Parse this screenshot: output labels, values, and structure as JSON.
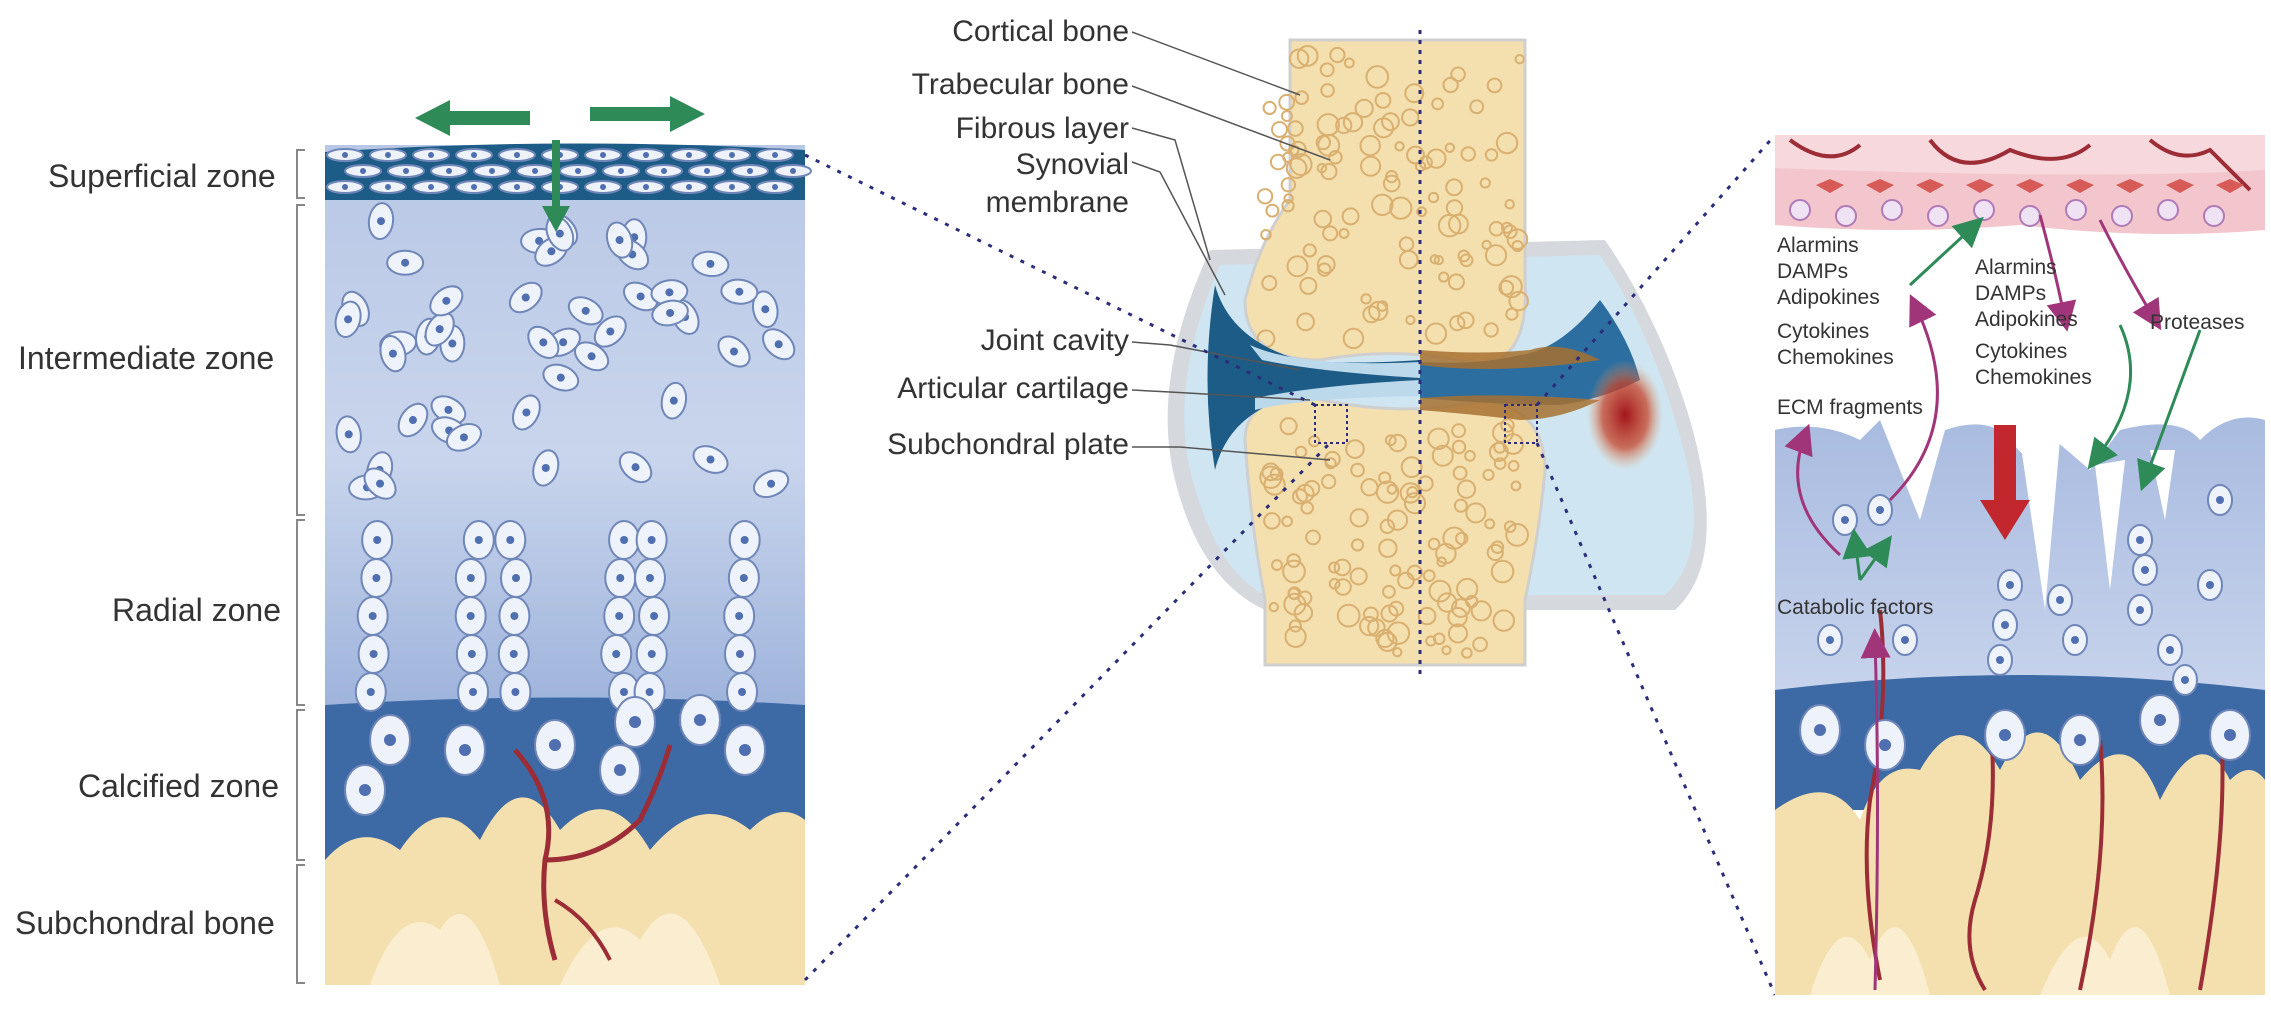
{
  "colors": {
    "cartilage_light": "#c9d5ec",
    "cartilage_mid": "#8da4d0",
    "cartilage_dark": "#3d6aa5",
    "superficial": "#1d5c86",
    "bone": "#f4dfae",
    "bone_pore": "#d9b070",
    "vessel": "#9c2c35",
    "synovium": "#f2c6cc",
    "green_arrow": "#2e8b57",
    "purple_arrow": "#a0357a",
    "dotted": "#2b2d7a"
  },
  "left_panel": {
    "zones": [
      {
        "label": "Superficial zone"
      },
      {
        "label": "Intermediate zone"
      },
      {
        "label": "Radial zone"
      },
      {
        "label": "Calcified zone"
      },
      {
        "label": "Subchondral bone"
      }
    ]
  },
  "joint": {
    "labels": [
      {
        "text": "Cortical bone"
      },
      {
        "text": "Trabecular bone"
      },
      {
        "text": "Fibrous layer"
      },
      {
        "text": "Synovial"
      },
      {
        "text": "membrane"
      },
      {
        "text": "Joint cavity"
      },
      {
        "text": "Articular cartilage"
      },
      {
        "text": "Subchondral plate"
      }
    ]
  },
  "oa_panel": {
    "group1": [
      "Alarmins",
      "DAMPs",
      "Adipokines",
      "Cytokines",
      "Chemokines"
    ],
    "group2": [
      "Alarmins",
      "DAMPs",
      "Adipokines",
      "Cytokines",
      "Chemokines"
    ],
    "proteases": "Proteases",
    "ecm": "ECM fragments",
    "catabolic": "Catabolic factors"
  }
}
